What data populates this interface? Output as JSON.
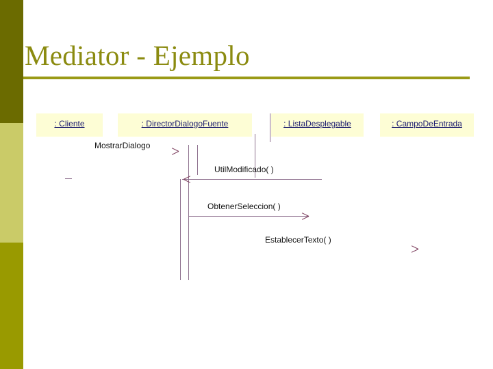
{
  "slide": {
    "title": "Mediator - Ejemplo",
    "accent_dark": "#6b6b00",
    "accent_mid": "#cacb68",
    "accent_bottom": "#999a00",
    "title_color": "#8b8b10",
    "rule_color": "#9a9a16"
  },
  "diagram": {
    "type": "uml-sequence-diagram",
    "box_fill": "#fdfdd5",
    "label_color": "#1a1a6e",
    "line_color": "#8d6f8d",
    "arrow_color": "#7a3a5a",
    "objects": [
      {
        "id": "cliente",
        "label": ": Cliente"
      },
      {
        "id": "director",
        "label": ": DirectorDialogoFuente"
      },
      {
        "id": "lista",
        "label": ": ListaDesplegable"
      },
      {
        "id": "campo",
        "label": ": CampoDeEntrada"
      }
    ],
    "messages": [
      {
        "id": "mostrar",
        "label": "MostrarDialogo",
        "direction": "right",
        "from": "cliente",
        "to": "director"
      },
      {
        "id": "util",
        "label": "UtilModificado( )",
        "direction": "left",
        "from": "lista",
        "to": "director"
      },
      {
        "id": "obtener",
        "label": "ObtenerSeleccion( )",
        "direction": "right",
        "from": "director",
        "to": "lista"
      },
      {
        "id": "establecer",
        "label": "EstablecerTexto( )",
        "direction": "right",
        "from": "director",
        "to": "campo"
      }
    ]
  }
}
